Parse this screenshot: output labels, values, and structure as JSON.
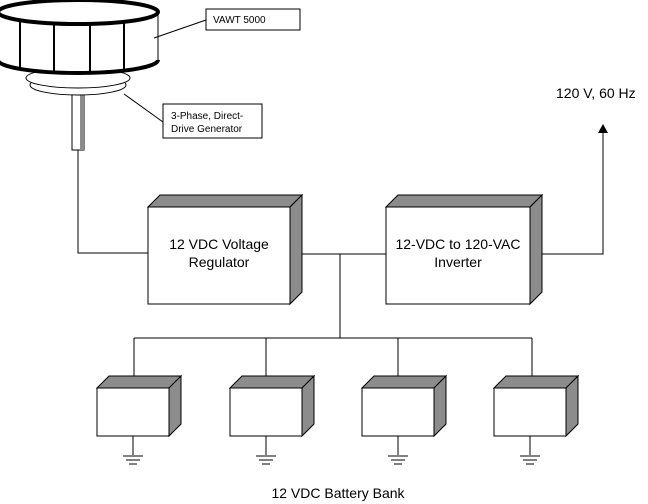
{
  "turbine": {
    "label": "VAWT 5000"
  },
  "generator": {
    "label_line1": "3-Phase, Direct-",
    "label_line2": "Drive Generator"
  },
  "output": {
    "label": "120 V, 60 Hz"
  },
  "regulator": {
    "line1": "12 VDC Voltage",
    "line2": "Regulator"
  },
  "inverter": {
    "line1": "12-VDC to 120-VAC",
    "line2": "Inverter"
  },
  "battery_bank": {
    "label": "12 VDC Battery Bank",
    "count": 4
  },
  "colors": {
    "shade": "#8c8c8c",
    "line": "#000000",
    "background": "#ffffff"
  }
}
